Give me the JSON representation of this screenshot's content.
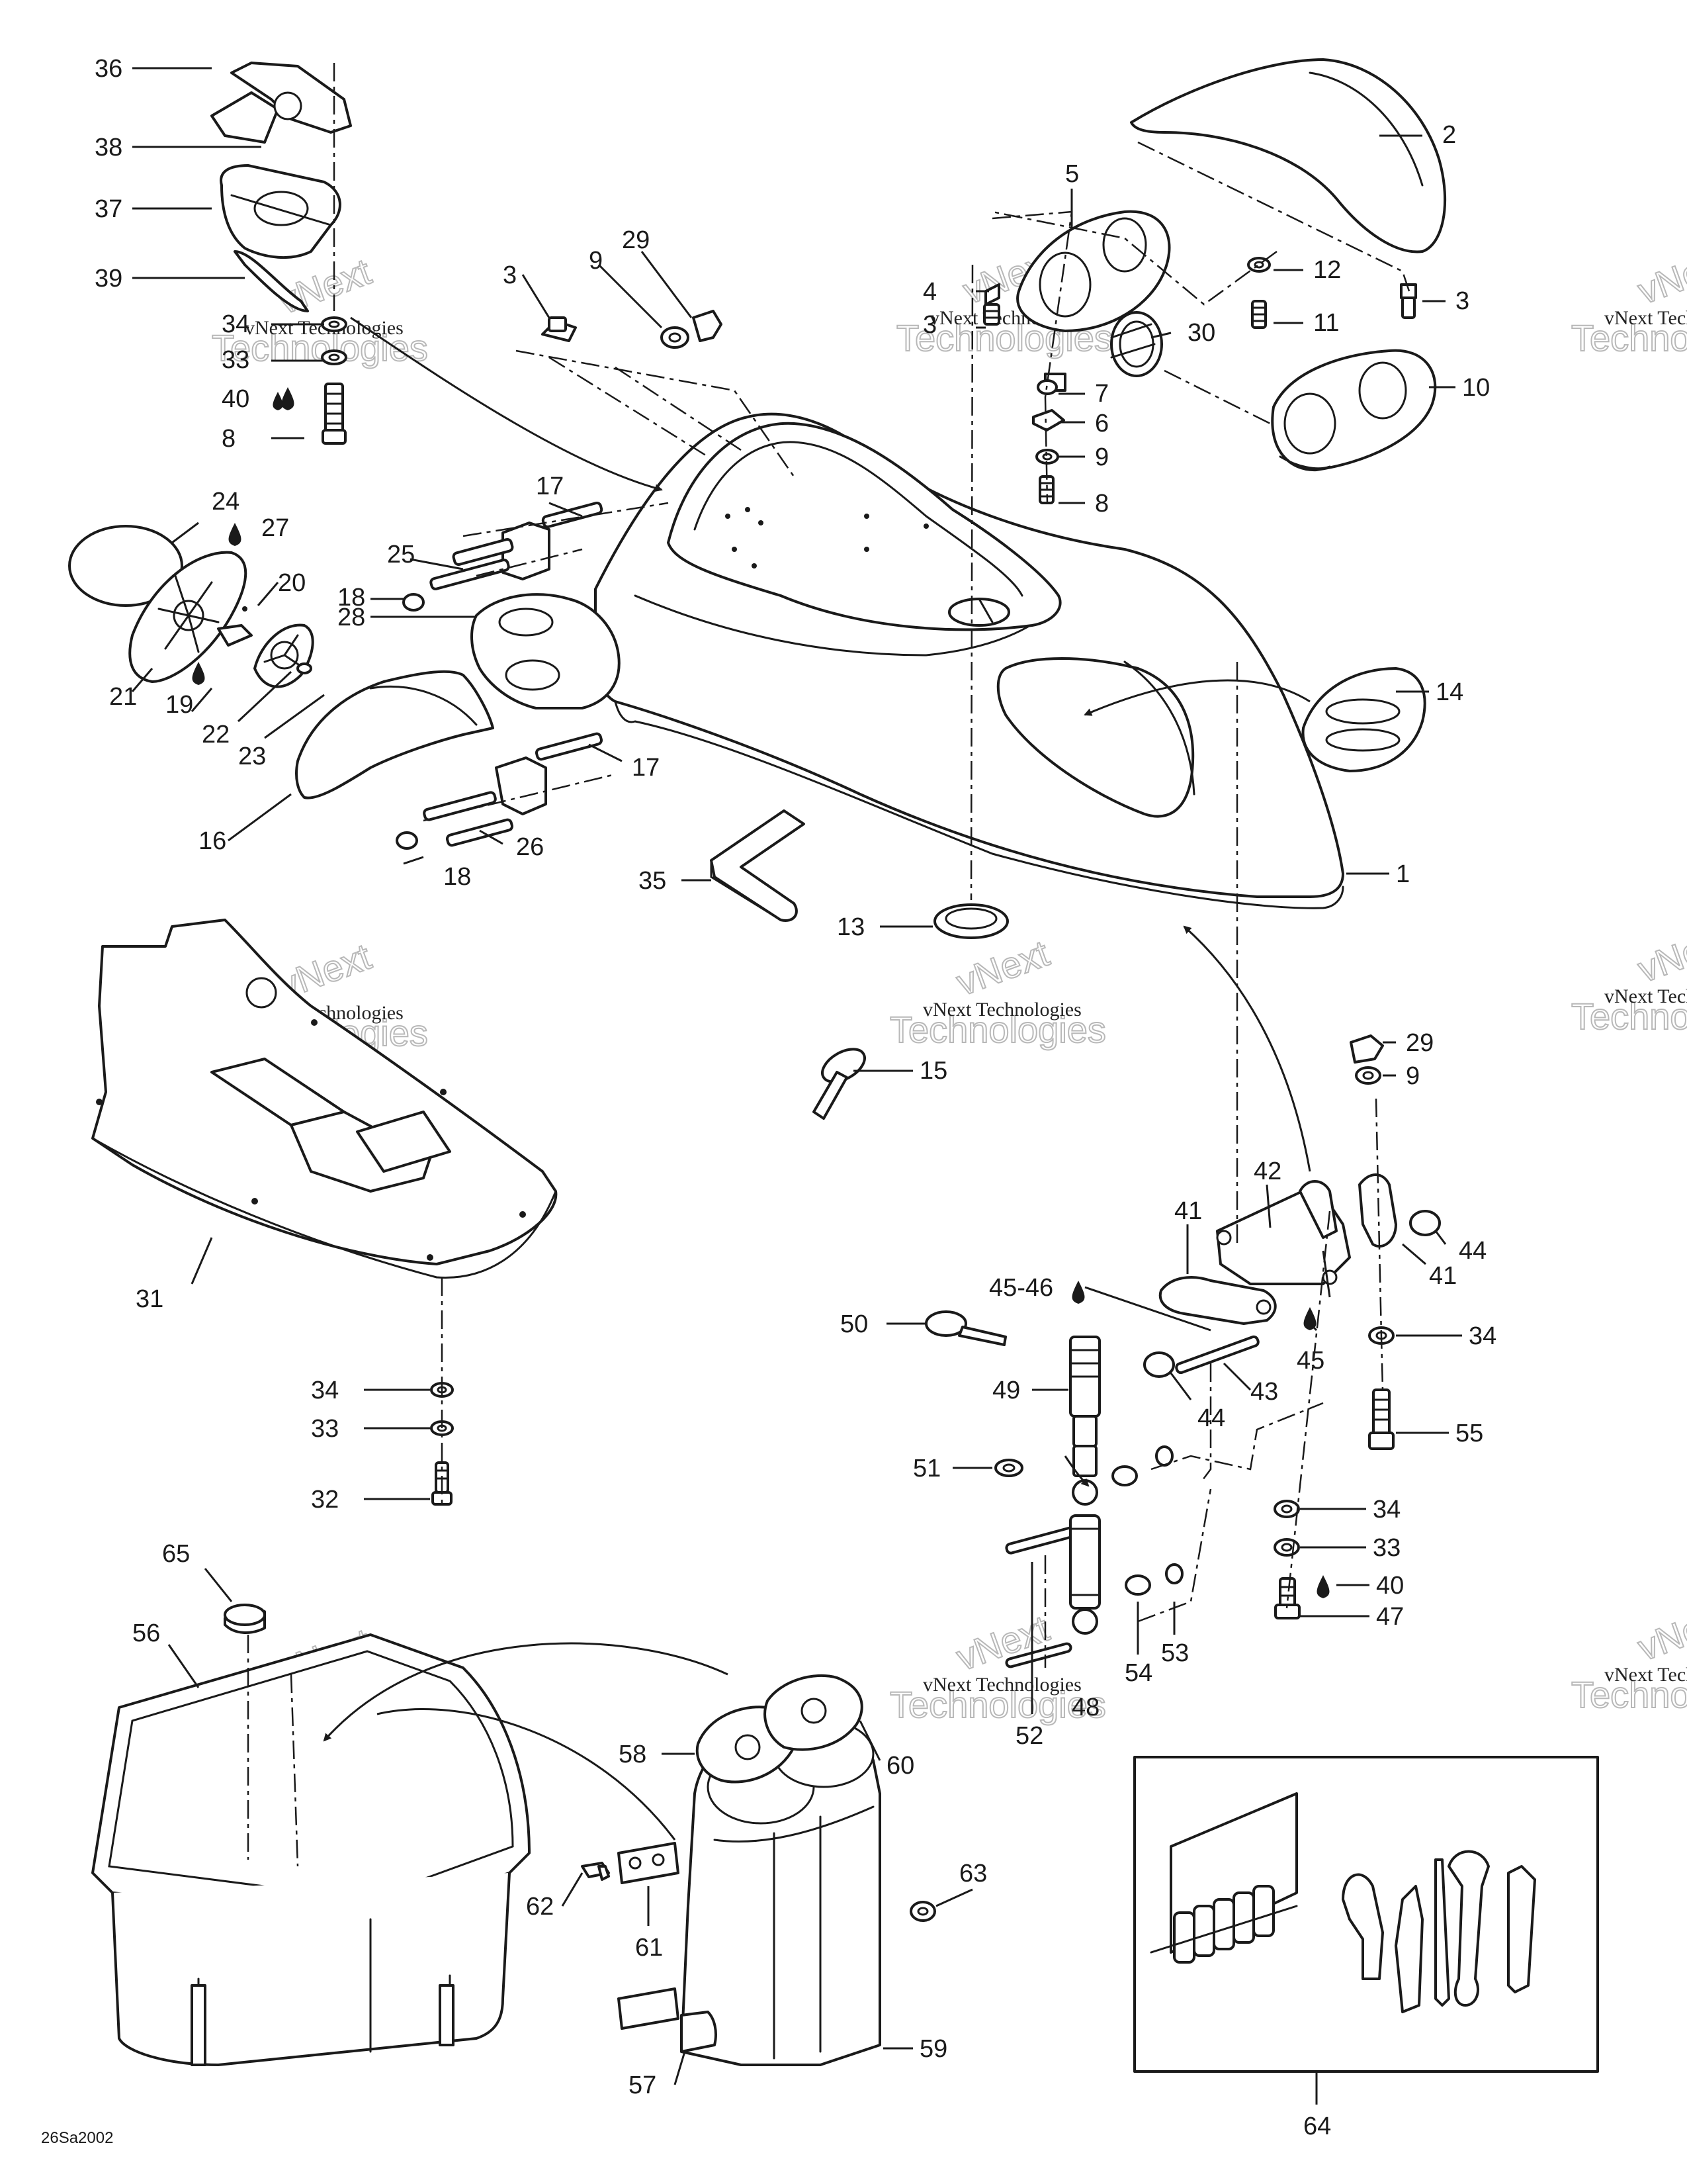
{
  "diagram_code": "26Sa2002",
  "watermark": {
    "line1": "vNext Technologies",
    "line2": "Technologies",
    "arc": "vNext"
  },
  "callouts": [
    "1",
    "2",
    "3",
    "4",
    "5",
    "6",
    "7",
    "8",
    "9",
    "10",
    "11",
    "12",
    "13",
    "14",
    "15",
    "16",
    "17",
    "18",
    "19",
    "20",
    "21",
    "22",
    "23",
    "24",
    "25",
    "26",
    "27",
    "28",
    "29",
    "30",
    "31",
    "32",
    "33",
    "34",
    "35",
    "36",
    "37",
    "38",
    "39",
    "40",
    "41",
    "42",
    "43",
    "44",
    "45",
    "45-46",
    "47",
    "48",
    "49",
    "50",
    "51",
    "52",
    "53",
    "54",
    "55",
    "56",
    "57",
    "58",
    "59",
    "60",
    "61",
    "62",
    "63",
    "64",
    "65"
  ]
}
